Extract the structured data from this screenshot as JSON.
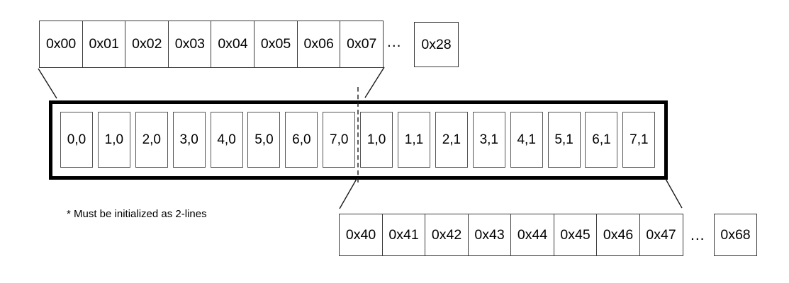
{
  "top_row": {
    "cells": [
      "0x00",
      "0x01",
      "0x02",
      "0x03",
      "0x04",
      "0x05",
      "0x06",
      "0x07"
    ],
    "ellipsis": "...",
    "last_cell": "0x28"
  },
  "buffer": {
    "cells": [
      "0,0",
      "1,0",
      "2,0",
      "3,0",
      "4,0",
      "5,0",
      "6,0",
      "7,0",
      "1,0",
      "1,1",
      "2,1",
      "3,1",
      "4,1",
      "5,1",
      "6,1",
      "7,1"
    ]
  },
  "bottom_row": {
    "cells": [
      "0x40",
      "0x41",
      "0x42",
      "0x43",
      "0x44",
      "0x45",
      "0x46",
      "0x47"
    ],
    "ellipsis": "...",
    "last_cell": "0x68"
  },
  "note": "* Must be initialized as 2-lines",
  "colors": {
    "background": "#ffffff",
    "text": "#000000",
    "strip_border": "#3a3a3a",
    "frame_border": "#000000",
    "inner_cell_border": "#555555",
    "connector": "#1a1a1a"
  }
}
